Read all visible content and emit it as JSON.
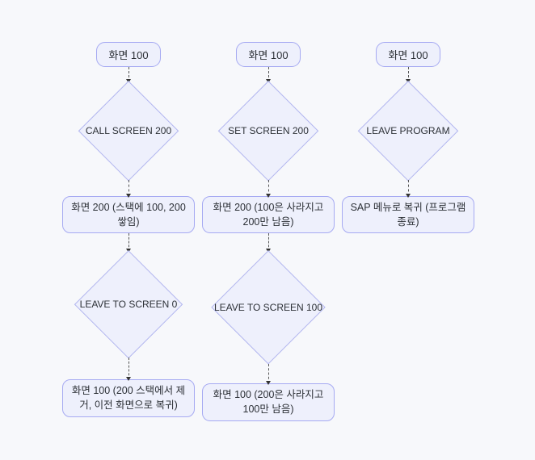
{
  "colors": {
    "background": "#f7f8fb",
    "node_fill": "#eef0fc",
    "node_border": "#a6aaf2",
    "diamond_border": "#b1b5ef",
    "text": "#2c3036",
    "arrow": "#333333"
  },
  "flowchart": {
    "type": "flowchart",
    "columns": [
      {
        "name": "call-screen-flow",
        "nodes": [
          {
            "type": "pill",
            "label": "화면 100"
          },
          {
            "type": "diamond",
            "label": "CALL SCREEN 200"
          },
          {
            "type": "rect",
            "label": "화면 200 (스택에 100, 200 쌓임)"
          },
          {
            "type": "diamond",
            "label": "LEAVE TO SCREEN 0"
          },
          {
            "type": "rect",
            "label": "화면 100 (200 스택에서 제거, 이전 화면으로 복귀)"
          }
        ]
      },
      {
        "name": "set-screen-flow",
        "nodes": [
          {
            "type": "pill",
            "label": "화면 100"
          },
          {
            "type": "diamond",
            "label": "SET SCREEN 200"
          },
          {
            "type": "rect",
            "label": "화면 200 (100은 사라지고 200만 남음)"
          },
          {
            "type": "diamond",
            "label": "LEAVE TO SCREEN 100"
          },
          {
            "type": "rect",
            "label": "화면 100 (200은 사라지고 100만 남음)"
          }
        ]
      },
      {
        "name": "leave-program-flow",
        "nodes": [
          {
            "type": "pill",
            "label": "화면 100"
          },
          {
            "type": "diamond",
            "label": "LEAVE PROGRAM"
          },
          {
            "type": "rect",
            "label": "SAP 메뉴로 복귀 (프로그램 종료)"
          }
        ]
      }
    ]
  }
}
